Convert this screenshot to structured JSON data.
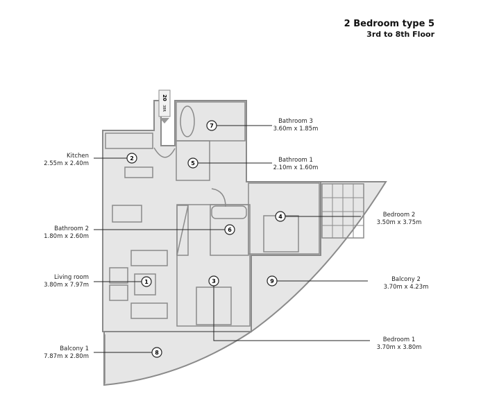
{
  "header": {
    "title": "2 Bedroom type 5",
    "subtitle": "3rd to 8th Floor"
  },
  "lift_sign": {
    "number": "20",
    "code": "38R"
  },
  "rooms": [
    {
      "marker": "1",
      "name": "Living room",
      "size": "3.80m x 7.97m"
    },
    {
      "marker": "2",
      "name": "Kitchen",
      "size": "2.55m x 2.40m"
    },
    {
      "marker": "3",
      "name": "Bedroom 1",
      "size": "3.70m x 3.80m"
    },
    {
      "marker": "4",
      "name": "Bedroom 2",
      "size": "3.50m x 3.75m"
    },
    {
      "marker": "5",
      "name": "Bathroom 1",
      "size": "2.10m x 1.60m"
    },
    {
      "marker": "6",
      "name": "Bathroom 2",
      "size": "1.80m x 2.60m"
    },
    {
      "marker": "7",
      "name": "Bathroom 3",
      "size": "3.60m x 1.85m"
    },
    {
      "marker": "8",
      "name": "Balcony 1",
      "size": "7.87m x 2.80m"
    },
    {
      "marker": "9",
      "name": "Balcony 2",
      "size": "3.70m x 4.23m"
    }
  ]
}
